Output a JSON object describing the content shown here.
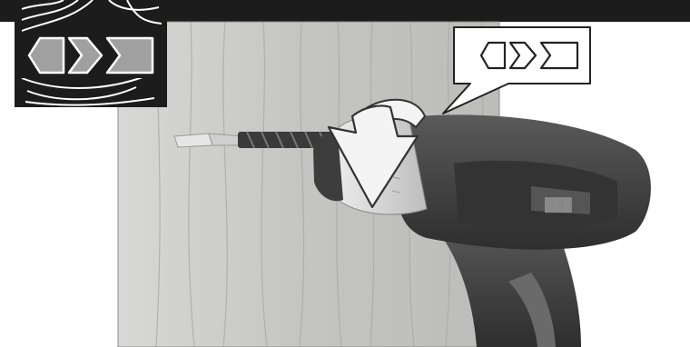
{
  "colors": {
    "background": "#ffffff",
    "top_band": "#1c1c1c",
    "wood_light": "#c9c9c7",
    "wood_grain": "#a8a8a6",
    "drill_body": "#4a4a4a",
    "drill_dark": "#2b2b2b",
    "chuck": "#dcdcdc",
    "arrow_fill": "#f2f2f2",
    "speed_bar_fill": "#a0a0a0",
    "inset_bg": "#1c1c1c"
  },
  "icons": {
    "wood_material_icon": "wood-grain-icon",
    "speed_low_indicator": "speed-level-indicator",
    "rotation_direction": "clockwise-arrow-icon"
  },
  "speed_setting": {
    "levels_total": 3,
    "levels_highlighted": 3
  },
  "callout_speed_setting": {
    "levels_total": 3,
    "levels_highlighted": 0
  }
}
